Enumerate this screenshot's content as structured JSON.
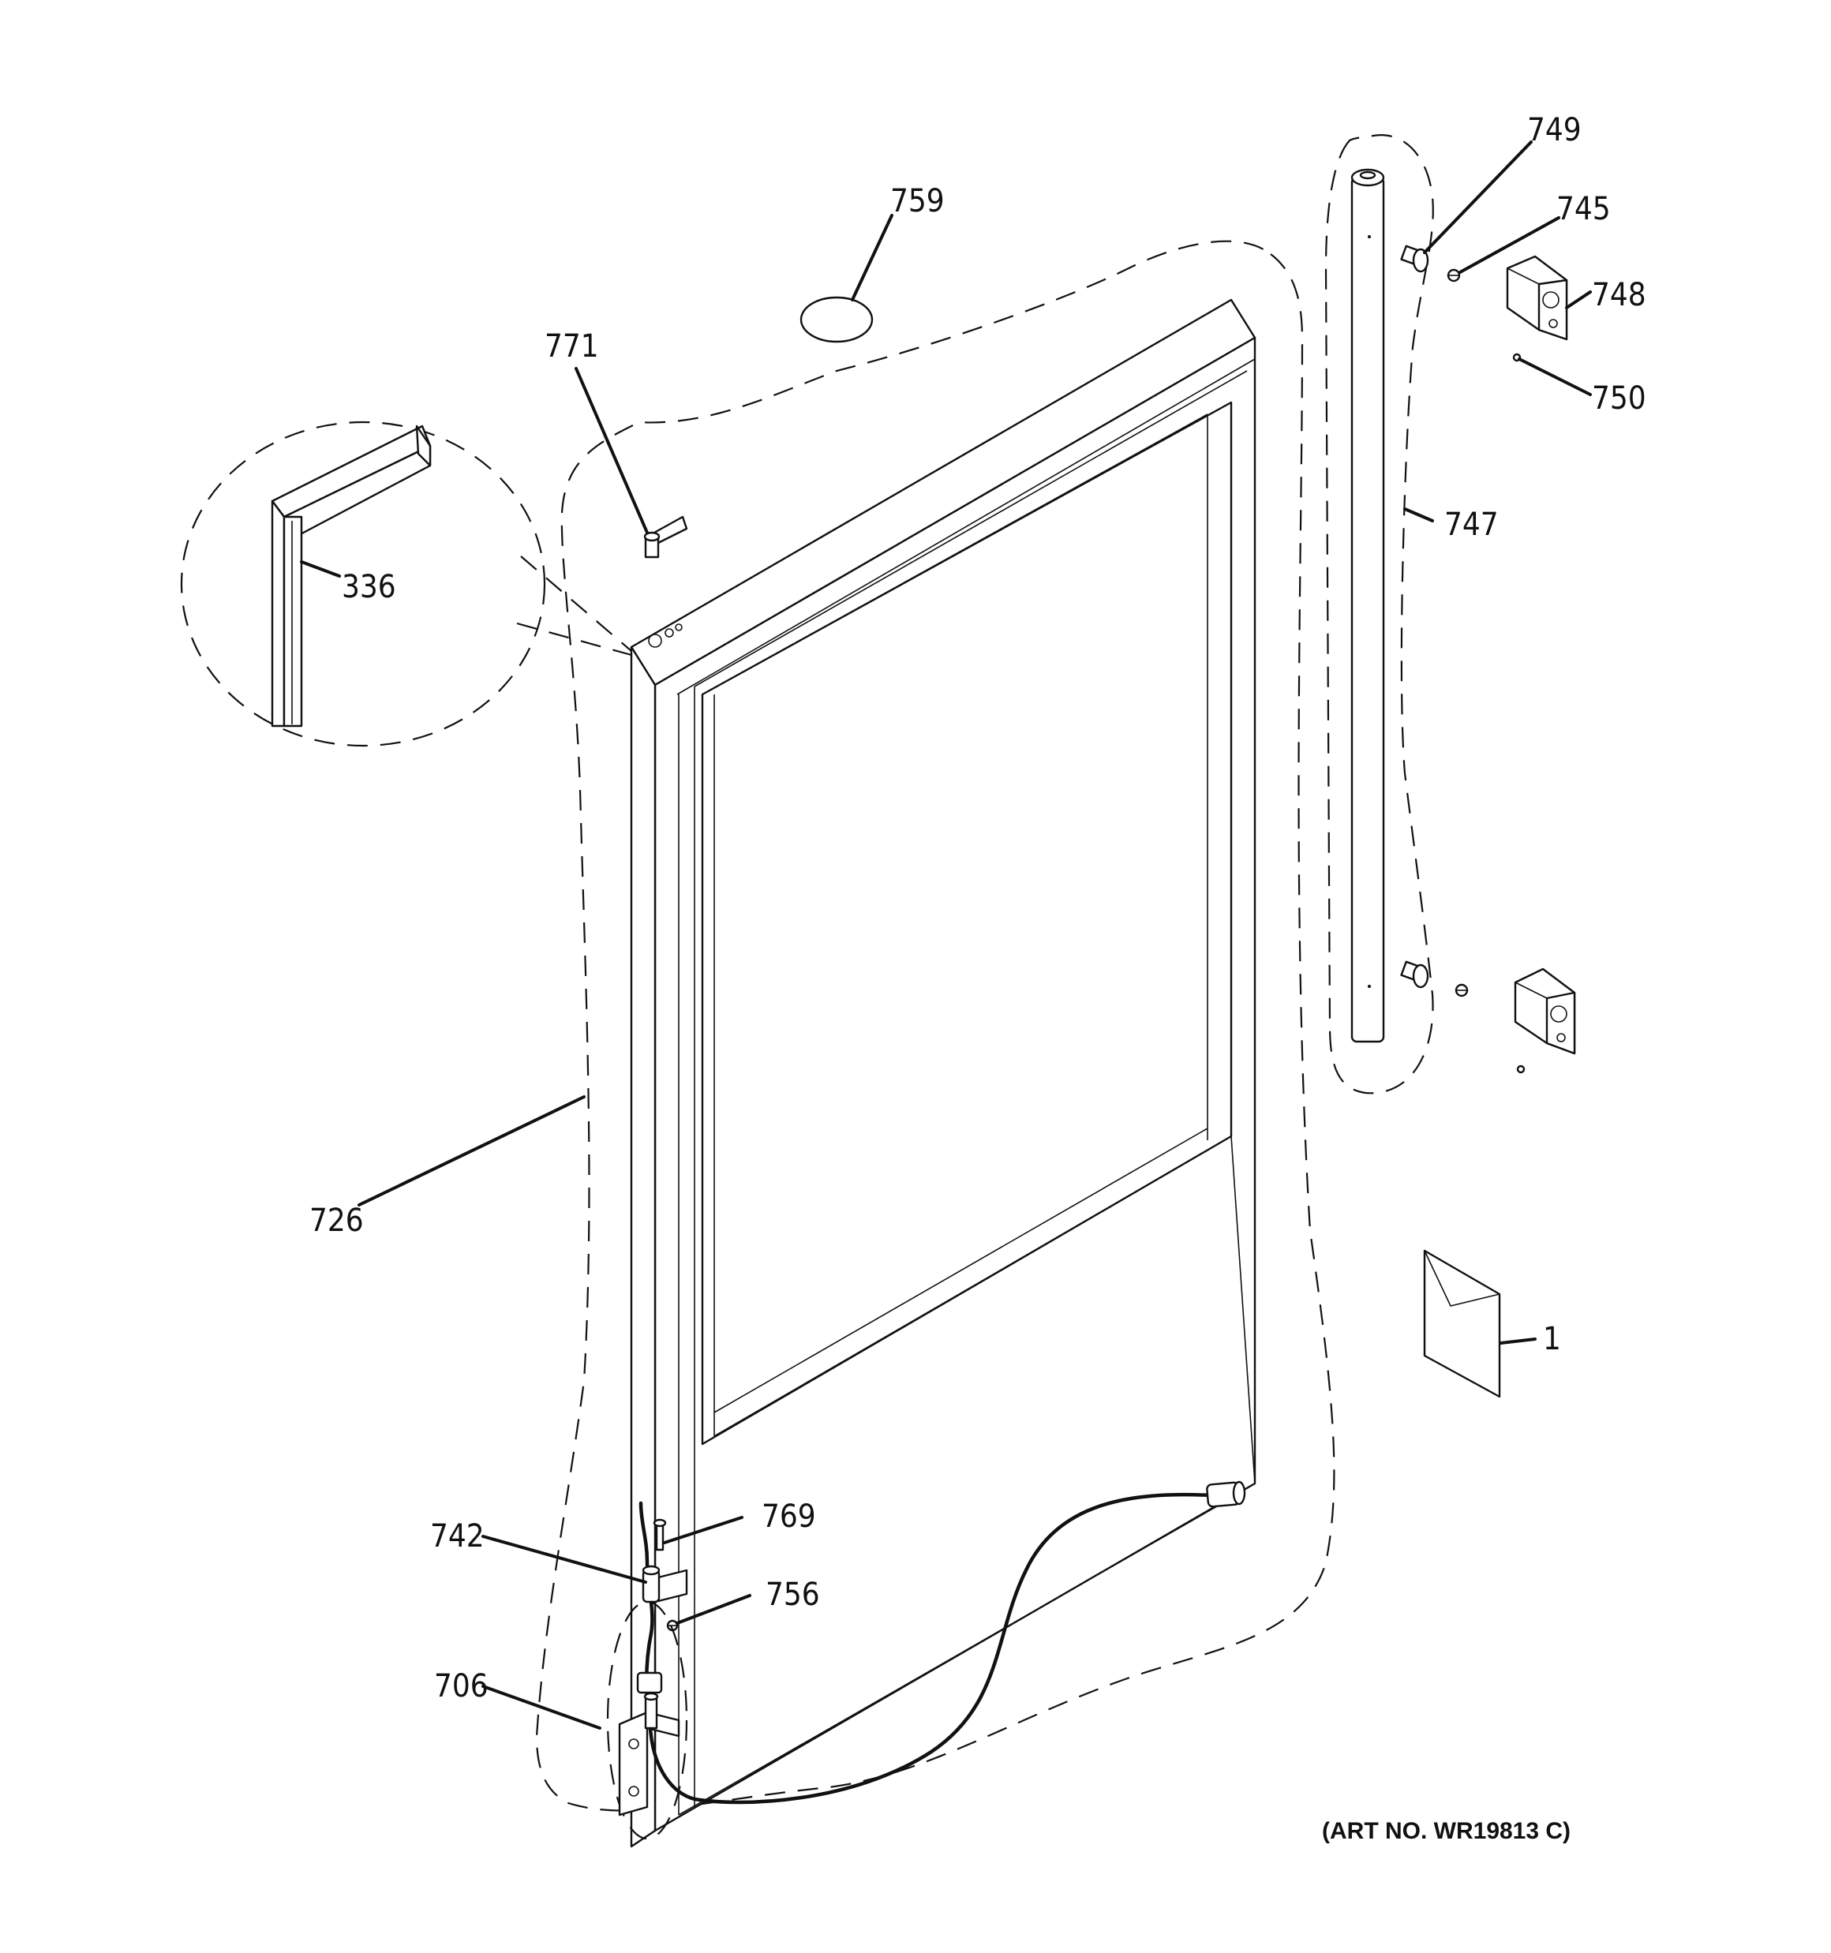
{
  "callouts": {
    "c759": "759",
    "c771": "771",
    "c336": "336",
    "c749": "749",
    "c745": "745",
    "c748": "748",
    "c750": "750",
    "c747": "747",
    "c726": "726",
    "c1": "1",
    "c769": "769",
    "c742": "742",
    "c756": "756",
    "c706": "706"
  },
  "art_number": "(ART NO. WR19813 C)"
}
